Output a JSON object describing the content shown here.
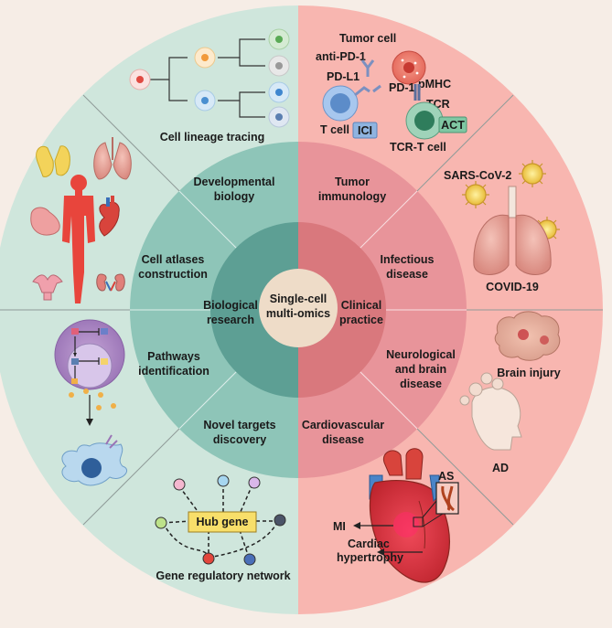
{
  "center": {
    "line1": "Single-cell",
    "line2": "multi-omics"
  },
  "halves": {
    "left": {
      "line1": "Biological",
      "line2": "research"
    },
    "right": {
      "line1": "Clinical",
      "line2": "practice"
    }
  },
  "sectors": {
    "developmental_biology": {
      "line1": "Developmental",
      "line2": "biology"
    },
    "cell_atlases": {
      "line1": "Cell atlases",
      "line2": "construction"
    },
    "pathways": {
      "line1": "Pathways",
      "line2": "identification"
    },
    "novel_targets": {
      "line1": "Novel targets",
      "line2": "discovery"
    },
    "tumor_immunology": {
      "line1": "Tumor",
      "line2": "immunology"
    },
    "infectious": {
      "line1": "Infectious",
      "line2": "disease"
    },
    "neurological": {
      "line1": "Neurological",
      "line2": "and brain",
      "line3": "disease"
    },
    "cardiovascular": {
      "line1": "Cardiovascular",
      "line2": "disease"
    }
  },
  "outer": {
    "cell_lineage": "Cell lineage tracing",
    "grn": "Gene regulatory network",
    "hub_gene": "Hub gene",
    "tumor": {
      "tumor_cell": "Tumor cell",
      "anti_pd1": "anti-PD-1",
      "pdl1": "PD-L1",
      "pd1": "PD-1",
      "pmhc": "pMHC",
      "tcr": "TCR",
      "t_cell": "T cell",
      "ici": "ICI",
      "act": "ACT",
      "tcr_t": "TCR-T cell"
    },
    "sars": "SARS-CoV-2",
    "covid": "COVID-19",
    "brain_injury": "Brain injury",
    "ad": "AD",
    "as": "AS",
    "mi": "MI",
    "cardiac_line1": "Cardiac",
    "cardiac_line2": "hypertrophy"
  },
  "colors": {
    "outer_left": "#cfe6dc",
    "outer_right": "#f8b6b0",
    "middle_left": "#8ec5b8",
    "middle_right": "#e8949a",
    "inner_left": "#5d9f94",
    "inner_right": "#d9787d",
    "center": "#eedcc8"
  }
}
